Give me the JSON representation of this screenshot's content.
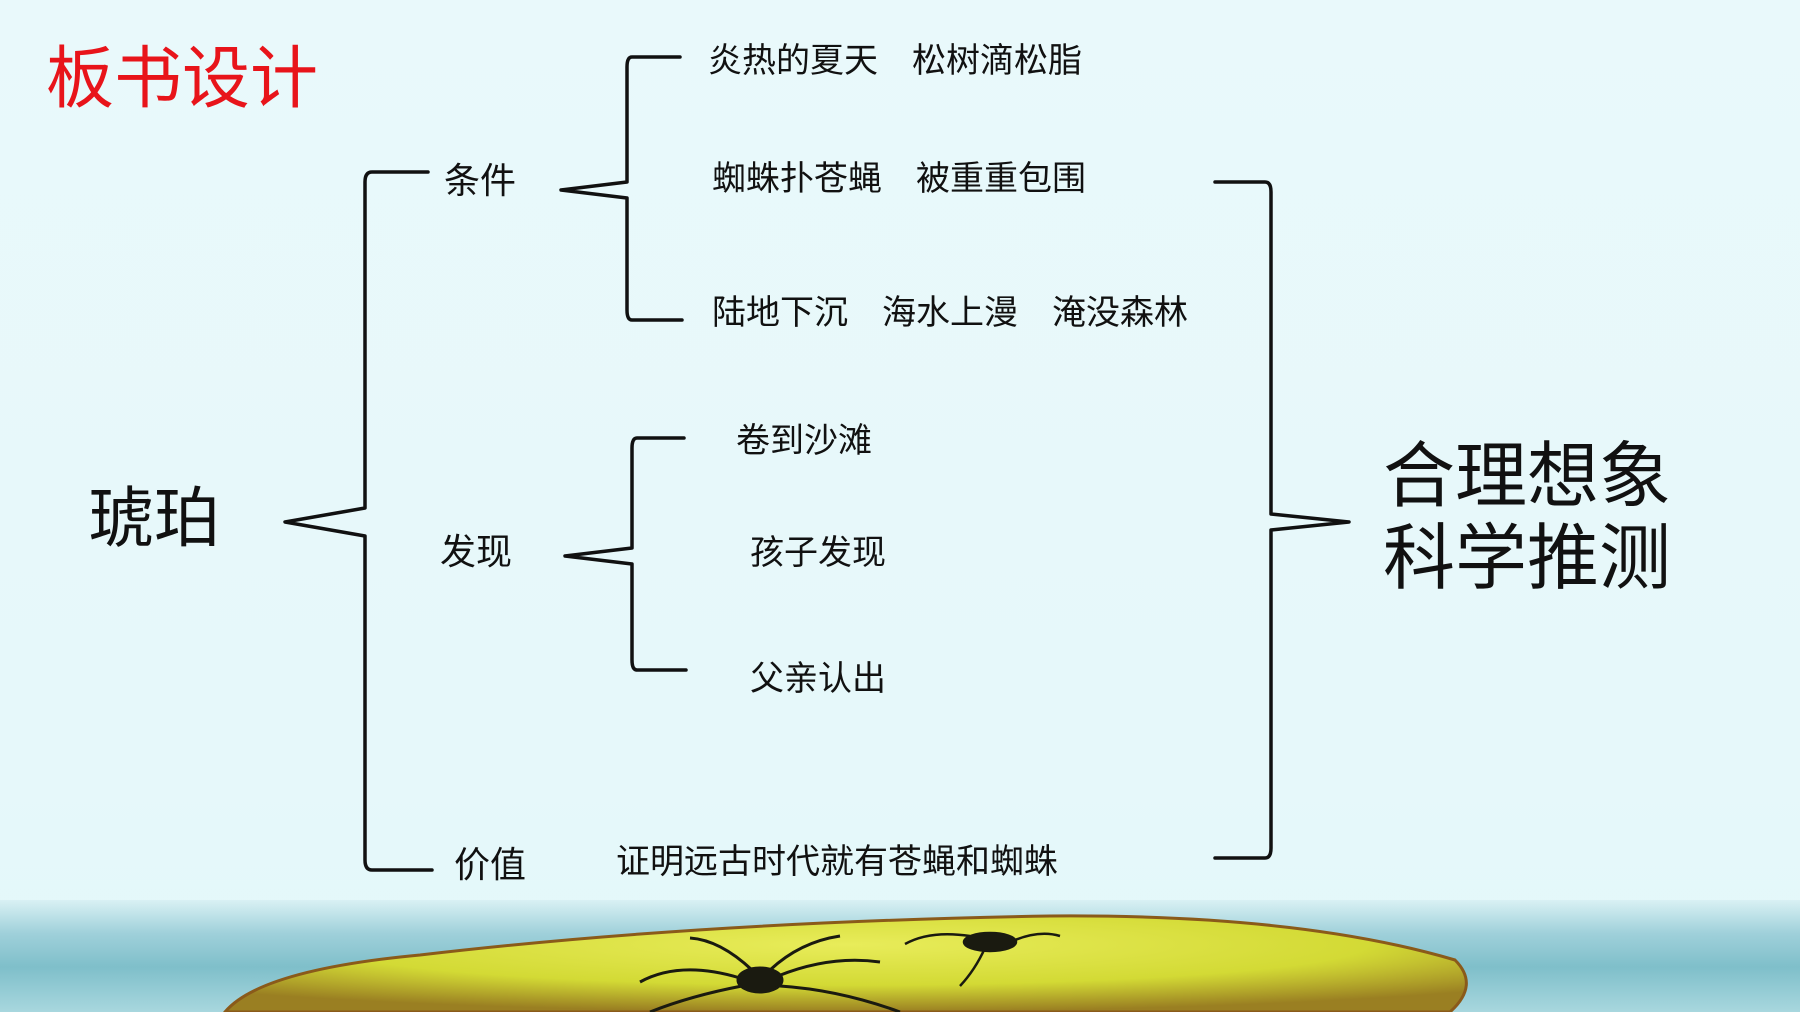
{
  "title": "板书设计",
  "root": "琥珀",
  "categories": [
    {
      "label": "条件",
      "items": [
        "炎热的夏天　松树滴松脂",
        "蜘蛛扑苍蝇　被重重包围",
        "陆地下沉　海水上漫　淹没森林"
      ]
    },
    {
      "label": "发现",
      "items": [
        "卷到沙滩",
        "孩子发现",
        "父亲认出"
      ]
    },
    {
      "label": "价值",
      "items": [
        "证明远古时代就有苍蝇和蜘蛛"
      ]
    }
  ],
  "conclusion": [
    "合理想象",
    "科学推测"
  ],
  "colors": {
    "title": "#e8141a",
    "text": "#111111",
    "background": "#e8f8fa",
    "amber": "#d8e23a"
  }
}
